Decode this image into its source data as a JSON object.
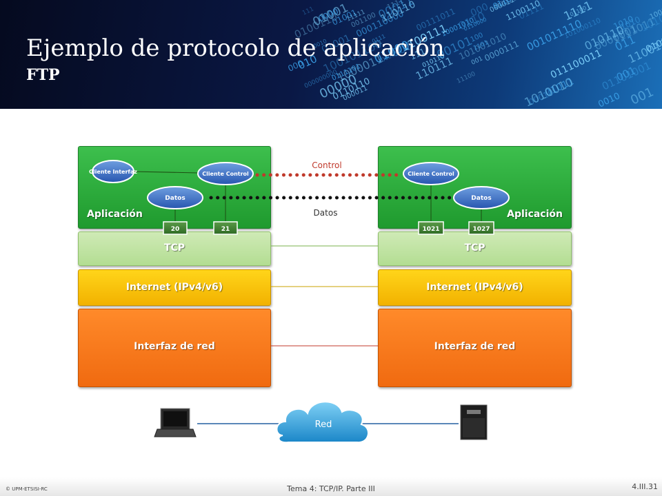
{
  "header": {
    "title": "Ejemplo de protocolo de aplicación",
    "subtitle": "FTP"
  },
  "left_stack": {
    "application": "Aplicación",
    "tcp": "TCP",
    "internet": "Internet (IPv4/v6)",
    "interface": "Interfaz de red",
    "process_interface": "Cliente Interfaz",
    "process_control": "Cliente Control",
    "process_data": "Datos",
    "port_data": "20",
    "port_control": "21"
  },
  "right_stack": {
    "application": "Aplicación",
    "tcp": "TCP",
    "internet": "Internet (IPv4/v6)",
    "interface": "Interfaz de red",
    "process_control": "Cliente Control",
    "process_data": "Datos",
    "port_control": "1021",
    "port_data": "1027"
  },
  "connections": {
    "control_label": "Control",
    "data_label": "Datos",
    "control_color": "#c0392b",
    "data_color": "#111111"
  },
  "network": {
    "cloud_label": "Red"
  },
  "icons": [
    "laptop-icon",
    "cloud-icon",
    "server-icon"
  ],
  "footer": {
    "copyright": "© UPM-ETSISI-RC",
    "center": "Tema 4: TCP/IP. Parte III",
    "page": "4.III.31"
  }
}
